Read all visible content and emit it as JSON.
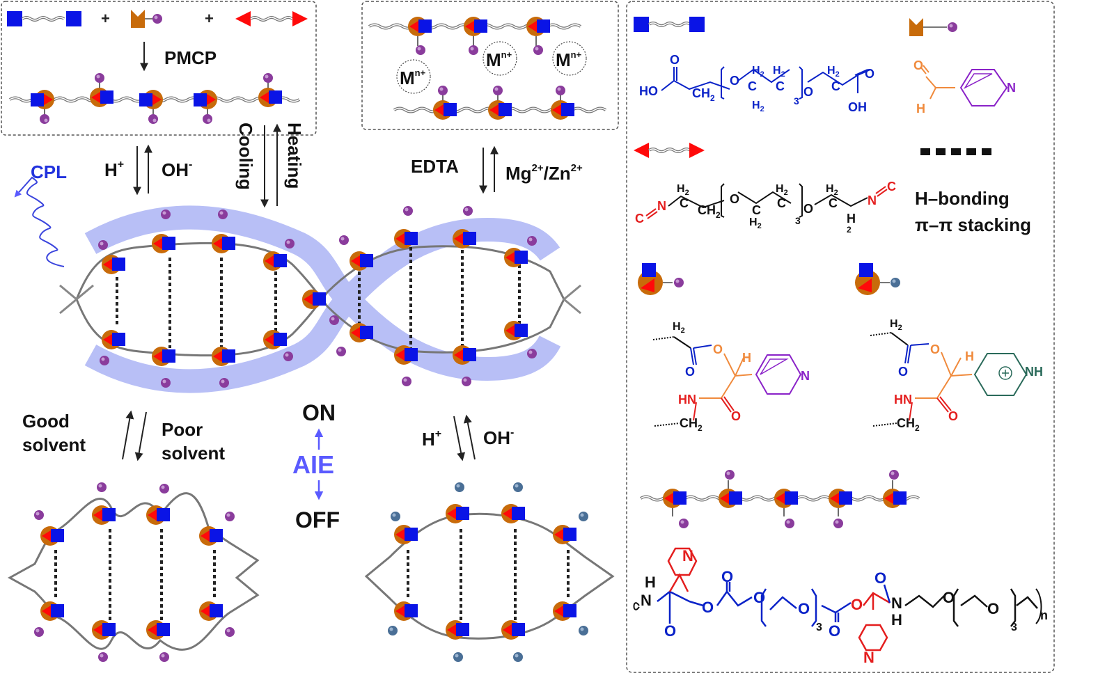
{
  "labels": {
    "pmcp": "PMCP",
    "h_plus": "H",
    "oh_minus": "OH",
    "plus_sup": "+",
    "minus_sup": "-",
    "cooling": "Cooling",
    "heating": "Heating",
    "cpl": "CPL",
    "edta": "EDTA",
    "mg": "Mg",
    "mg_sup": "2+",
    "zn_sep": "/Zn",
    "zn_sup": "2+",
    "m": "M",
    "m_sup": "n+",
    "good": "Good",
    "solvent": "solvent",
    "poor": "Poor",
    "on": "ON",
    "aie": "AIE",
    "off": "OFF",
    "plus": "+"
  },
  "legend": {
    "h_bonding": "H–bonding",
    "pi_stacking": "π–π stacking"
  },
  "chem": {
    "ho": "HO",
    "oh": "OH",
    "o": "O",
    "h": "H",
    "h2": "H",
    "two": "2",
    "three": "3",
    "ch": "CH",
    "c": "C",
    "n": "N",
    "nh": "NH",
    "hn": "HN",
    "nc": "N",
    "n_sub": "n"
  },
  "colors": {
    "blue": "#0a14e6",
    "orange": "#c86b0a",
    "red": "#ff0a0a",
    "purple": "#8a3c9c",
    "steelblue": "#4a6f96",
    "halo": "#9aa6f0",
    "chemblue": "#0a22c8",
    "chemred": "#e41e1e",
    "chemorange": "#f08a3c",
    "chempurple": "#8a22c8",
    "chemgreen": "#2a6a5a"
  }
}
